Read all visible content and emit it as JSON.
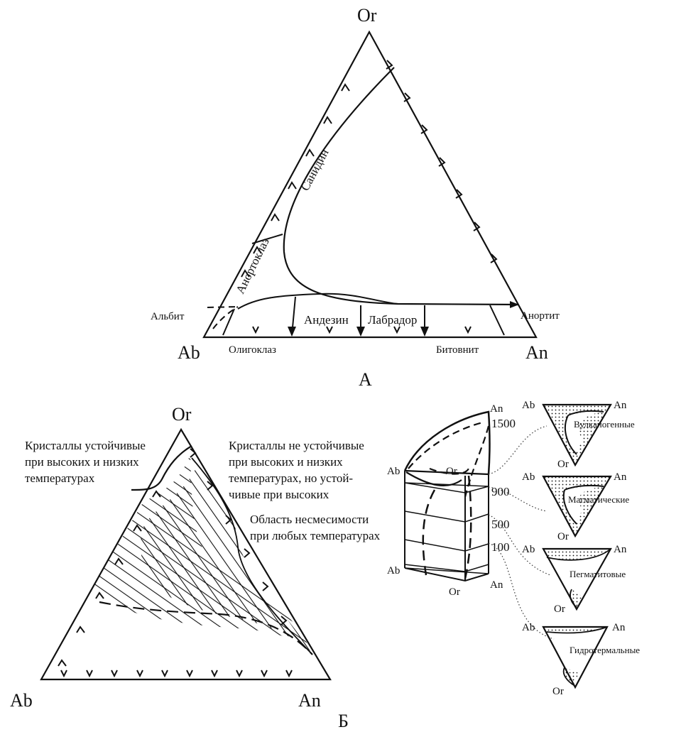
{
  "diagram_a": {
    "apex_top": "Or",
    "apex_left": "Ab",
    "apex_right": "An",
    "fields": {
      "sanidine": "Санидин",
      "anorthoclase": "Анортоклаз",
      "albite": "Альбит",
      "anorthite": "Анортит",
      "oligoclase": "Олигоклаз",
      "andesine": "Андезин",
      "labradorite": "Лабрадор",
      "bytownite": "Битовнит"
    },
    "caption": "А"
  },
  "diagram_b": {
    "apex_top": "Or",
    "apex_left": "Ab",
    "apex_right": "An",
    "notes": {
      "stable": [
        "Кристаллы устойчивые",
        "при высоких и низких",
        "температурах"
      ],
      "unstable": [
        "Кристаллы не устойчивые",
        "при высоких и низких",
        "температурах, но устой-",
        "чивые при высоких"
      ],
      "immiscible": [
        "Область несмесимости",
        "при любых температурах"
      ]
    },
    "prism": {
      "labels": {
        "an_top": "An",
        "ab_top": "Ab",
        "or_top": "Or",
        "ab_bottom": "Ab",
        "an_bottom": "An",
        "or_bottom": "Or"
      },
      "temperatures": [
        "1500",
        "900",
        "500",
        "100"
      ]
    },
    "mini": [
      {
        "ab": "Ab",
        "an": "An",
        "or": "Or",
        "label": "Вулканогенные"
      },
      {
        "ab": "Ab",
        "an": "An",
        "or": "Or",
        "label": "Магматические"
      },
      {
        "ab": "Ab",
        "an": "An",
        "or": "Or",
        "label": "Пегматитовые"
      },
      {
        "ab": "Ab",
        "an": "An",
        "or": "Or",
        "label": "Гидротермальные"
      }
    ],
    "caption": "Б"
  }
}
